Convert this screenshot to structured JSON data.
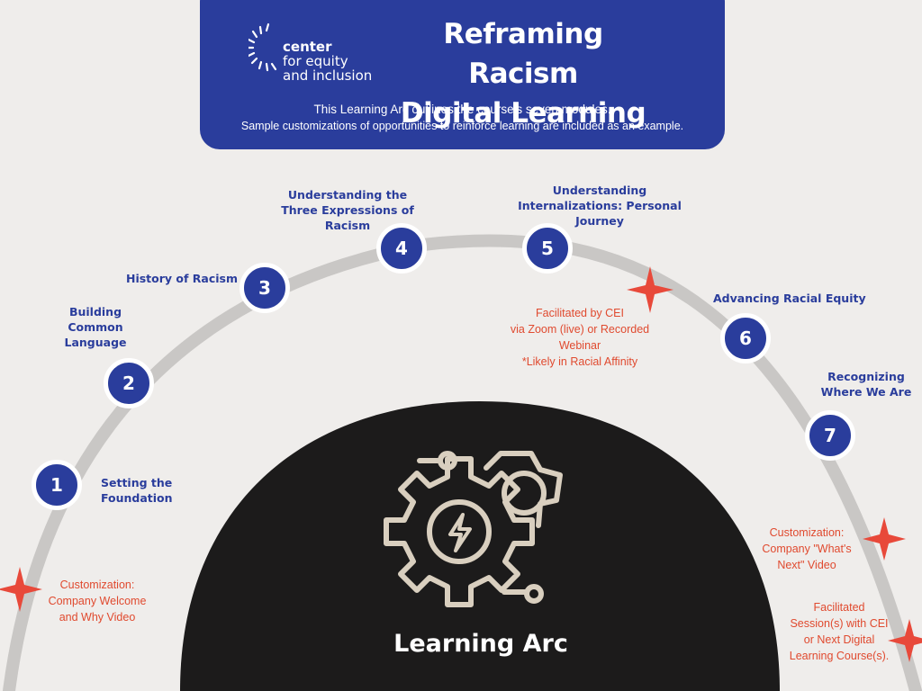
{
  "header": {
    "logo_lines": [
      "center",
      "for equity",
      "and inclusion"
    ],
    "title_line1": "Reframing Racism",
    "title_line2": "Digital Learning",
    "subtitle_line1": "This Learning Arc outlines the course’s seven modules.",
    "subtitle_line2": "Sample customizations of opportunities to reinforce learning are included as an example."
  },
  "modules": [
    {
      "number": "1",
      "label_lines": [
        "Setting the",
        "Foundation"
      ]
    },
    {
      "number": "2",
      "label_lines": [
        "Building",
        "Common",
        "Language"
      ]
    },
    {
      "number": "3",
      "label_lines": [
        "History of Racism"
      ]
    },
    {
      "number": "4",
      "label_lines": [
        "Understanding the",
        "Three Expressions of",
        "Racism"
      ]
    },
    {
      "number": "5",
      "label_lines": [
        "Understanding",
        "Internalizations: Personal",
        "Journey"
      ]
    },
    {
      "number": "6",
      "label_lines": [
        "Advancing Racial Equity"
      ]
    },
    {
      "number": "7",
      "label_lines": [
        "Recognizing",
        "Where We Are"
      ]
    }
  ],
  "notes": {
    "welcome": [
      "Customization:",
      "Company Welcome",
      "and Why Video"
    ],
    "facilitated_cei": [
      "Facilitated by CEI",
      "via Zoom (live) or Recorded",
      "Webinar",
      "*Likely in Racial Affinity"
    ],
    "whats_next": [
      "Customization:",
      "Company \"What's",
      "Next\" Video"
    ],
    "next_sessions": [
      "Facilitated",
      "Session(s) with CEI",
      "or Next Digital",
      "Learning Course(s)."
    ]
  },
  "center_title": "Learning Arc",
  "colors": {
    "navy": "#2a3d9c",
    "accent_red": "#e8493a",
    "background": "#efedeb",
    "arc_gray": "#c9c7c5",
    "dark_dome": "#1c1b1b",
    "gear_beige": "#d9cfbf"
  },
  "icons": {
    "logo": "sunburst-logo-icon",
    "center": "gear-lightning-icon",
    "marker": "four-point-star-icon"
  }
}
